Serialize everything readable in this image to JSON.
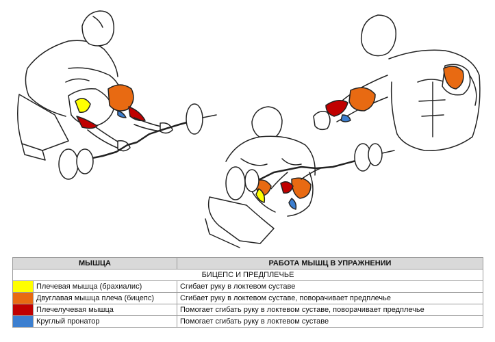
{
  "table": {
    "header_muscle": "МЫШЦА",
    "header_work": "РАБОТА МЫШЦ В УПРАЖНЕНИИ",
    "section": "БИЦЕПС И ПРЕДПЛЕЧЬЕ",
    "rows": [
      {
        "color": "#ffff00",
        "muscle": "Плечевая мышца (брахиалис)",
        "work": "Сгибает руку в локтевом суставе"
      },
      {
        "color": "#e86a12",
        "muscle": "Двуглавая мышца плеча (бицепс)",
        "work": "Сгибает руку в локтевом суставе, поворачивает  предплечье"
      },
      {
        "color": "#c00000",
        "muscle": "Плечелучевая мышца",
        "work": "Помогает сгибать руку в локтевом суставе, поворачивает  предплечье"
      },
      {
        "color": "#3c7fd0",
        "muscle": "Круглый пронатор",
        "work": "Помогает сгибать руку в локтевом суставе"
      }
    ]
  },
  "colors": {
    "brachialis": "#ffff00",
    "biceps": "#e86a12",
    "brachioradialis": "#c00000",
    "pronator": "#3c7fd0",
    "outline": "#222222"
  }
}
